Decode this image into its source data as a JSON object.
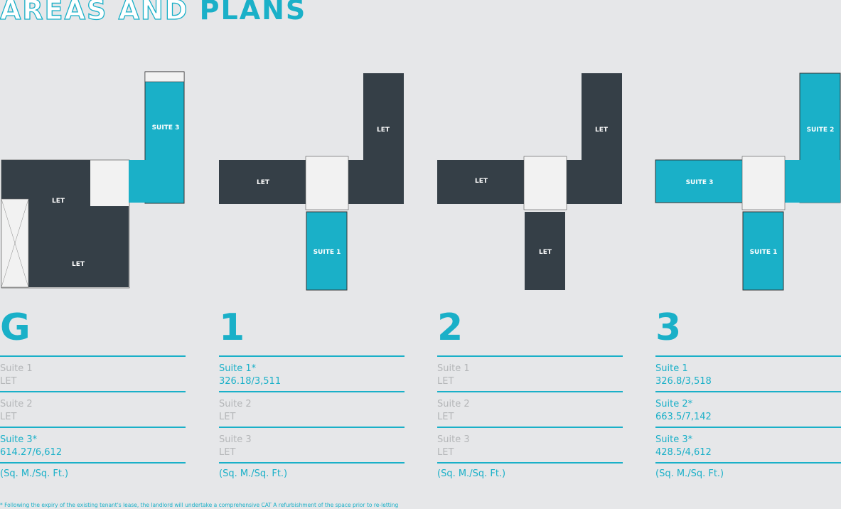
{
  "title": {
    "outline": "AREAS AND ",
    "filled": "PLANS"
  },
  "colors": {
    "accent": "#1ab0c8",
    "let": "#353f47",
    "background": "#e6e7e9",
    "muted": "#b4b6b8"
  },
  "floors": [
    {
      "label": "G",
      "plan_labels": [
        "SUITE 3",
        "LET",
        "LET"
      ],
      "suites": [
        {
          "name": "Suite 1",
          "value": "LET",
          "available": false
        },
        {
          "name": "Suite 2",
          "value": "LET",
          "available": false
        },
        {
          "name": "Suite 3*",
          "value": "614.27/6,612",
          "available": true
        }
      ]
    },
    {
      "label": "1",
      "plan_labels": [
        "LET",
        "LET",
        "SUITE 1"
      ],
      "suites": [
        {
          "name": "Suite 1*",
          "value": "326.18/3,511",
          "available": true
        },
        {
          "name": "Suite 2",
          "value": "LET",
          "available": false
        },
        {
          "name": "Suite 3",
          "value": "LET",
          "available": false
        }
      ]
    },
    {
      "label": "2",
      "plan_labels": [
        "LET",
        "LET",
        "LET"
      ],
      "suites": [
        {
          "name": "Suite 1",
          "value": "LET",
          "available": false
        },
        {
          "name": "Suite 2",
          "value": "LET",
          "available": false
        },
        {
          "name": "Suite 3",
          "value": "LET",
          "available": false
        }
      ]
    },
    {
      "label": "3",
      "plan_labels": [
        "SUITE 2",
        "SUITE 3",
        "SUITE 1"
      ],
      "suites": [
        {
          "name": "Suite 1",
          "value": "326.8/3,518",
          "available": true
        },
        {
          "name": "Suite 2*",
          "value": "663.5/7,142",
          "available": true
        },
        {
          "name": "Suite 3*",
          "value": "428.5/4,612",
          "available": true
        }
      ]
    }
  ],
  "unit_label": "(Sq. M./Sq. Ft.)",
  "footnote": "* Following the expiry of the existing tenant's lease, the landlord will undertake a comprehensive CAT A refurbishment of the space prior to re-letting"
}
